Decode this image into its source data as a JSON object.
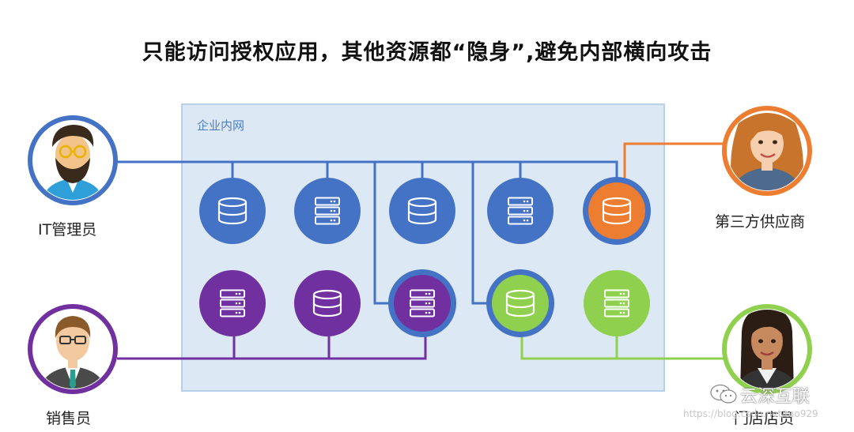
{
  "title": "只能访问授权应用，其他资源都“隐身”,避免内部横向攻击",
  "zone": {
    "label": "企业内网"
  },
  "people": [
    {
      "id": "it-admin",
      "label": "IT管理员",
      "ring": "#4472c4"
    },
    {
      "id": "sales",
      "label": "销售员",
      "ring": "#7030a0"
    },
    {
      "id": "supplier",
      "label": "第三方供应商",
      "ring": "#ed7d31"
    },
    {
      "id": "store-clerk",
      "label": "门店店员",
      "ring": "#8fd14f"
    }
  ],
  "resources": [
    {
      "id": "r1",
      "icon": "database-icon",
      "color": "#4472c4",
      "row": 1,
      "col": 1
    },
    {
      "id": "r2",
      "icon": "server-icon",
      "color": "#4472c4",
      "row": 1,
      "col": 2
    },
    {
      "id": "r3",
      "icon": "database-icon",
      "color": "#4472c4",
      "row": 1,
      "col": 3
    },
    {
      "id": "r4",
      "icon": "server-icon",
      "color": "#4472c4",
      "row": 1,
      "col": 4
    },
    {
      "id": "r5",
      "icon": "database-icon",
      "color": "#ed7d31",
      "row": 1,
      "col": 5,
      "ring": "#4472c4"
    },
    {
      "id": "r6",
      "icon": "server-icon",
      "color": "#7030a0",
      "row": 2,
      "col": 1
    },
    {
      "id": "r7",
      "icon": "database-icon",
      "color": "#7030a0",
      "row": 2,
      "col": 2
    },
    {
      "id": "r8",
      "icon": "server-icon",
      "color": "#7030a0",
      "row": 2,
      "col": 3,
      "ring": "#4472c4"
    },
    {
      "id": "r9",
      "icon": "database-icon",
      "color": "#8fd14f",
      "row": 2,
      "col": 4,
      "ring": "#4472c4"
    },
    {
      "id": "r10",
      "icon": "server-icon",
      "color": "#8fd14f",
      "row": 2,
      "col": 5
    }
  ],
  "colors": {
    "it_line": "#4472c4",
    "sales_line": "#7030a0",
    "supplier_line": "#ed7d31",
    "store_line": "#8fd14f",
    "zone_fill": "#dde8f5",
    "zone_border": "#b8d0ea"
  },
  "watermark": {
    "brand": "云深互联",
    "url": "https://blog.csdn.net/tao929"
  }
}
